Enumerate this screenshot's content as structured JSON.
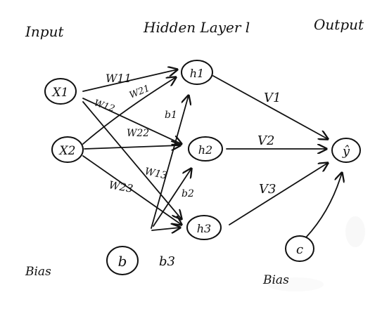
{
  "layers": {
    "input": "Input",
    "hidden": "Hidden Layer l",
    "output": "Output"
  },
  "nodes": {
    "x1": "X1",
    "x2": "X2",
    "h1": "h1",
    "h2": "h2",
    "h3": "h3",
    "y": "ŷ",
    "b": "b",
    "c": "c"
  },
  "weights": {
    "w11": "W11",
    "w12": "W12",
    "w21": "W21",
    "w22": "W22",
    "w13": "W13",
    "w23": "W23",
    "v1": "V1",
    "v2": "V2",
    "v3": "V3",
    "b1": "b1",
    "b2": "b2",
    "b3": "b3"
  },
  "bias_labels": {
    "left": "Bias",
    "right": "Bias"
  },
  "colors": {
    "ink": "#111111",
    "paper": "#ffffff"
  }
}
